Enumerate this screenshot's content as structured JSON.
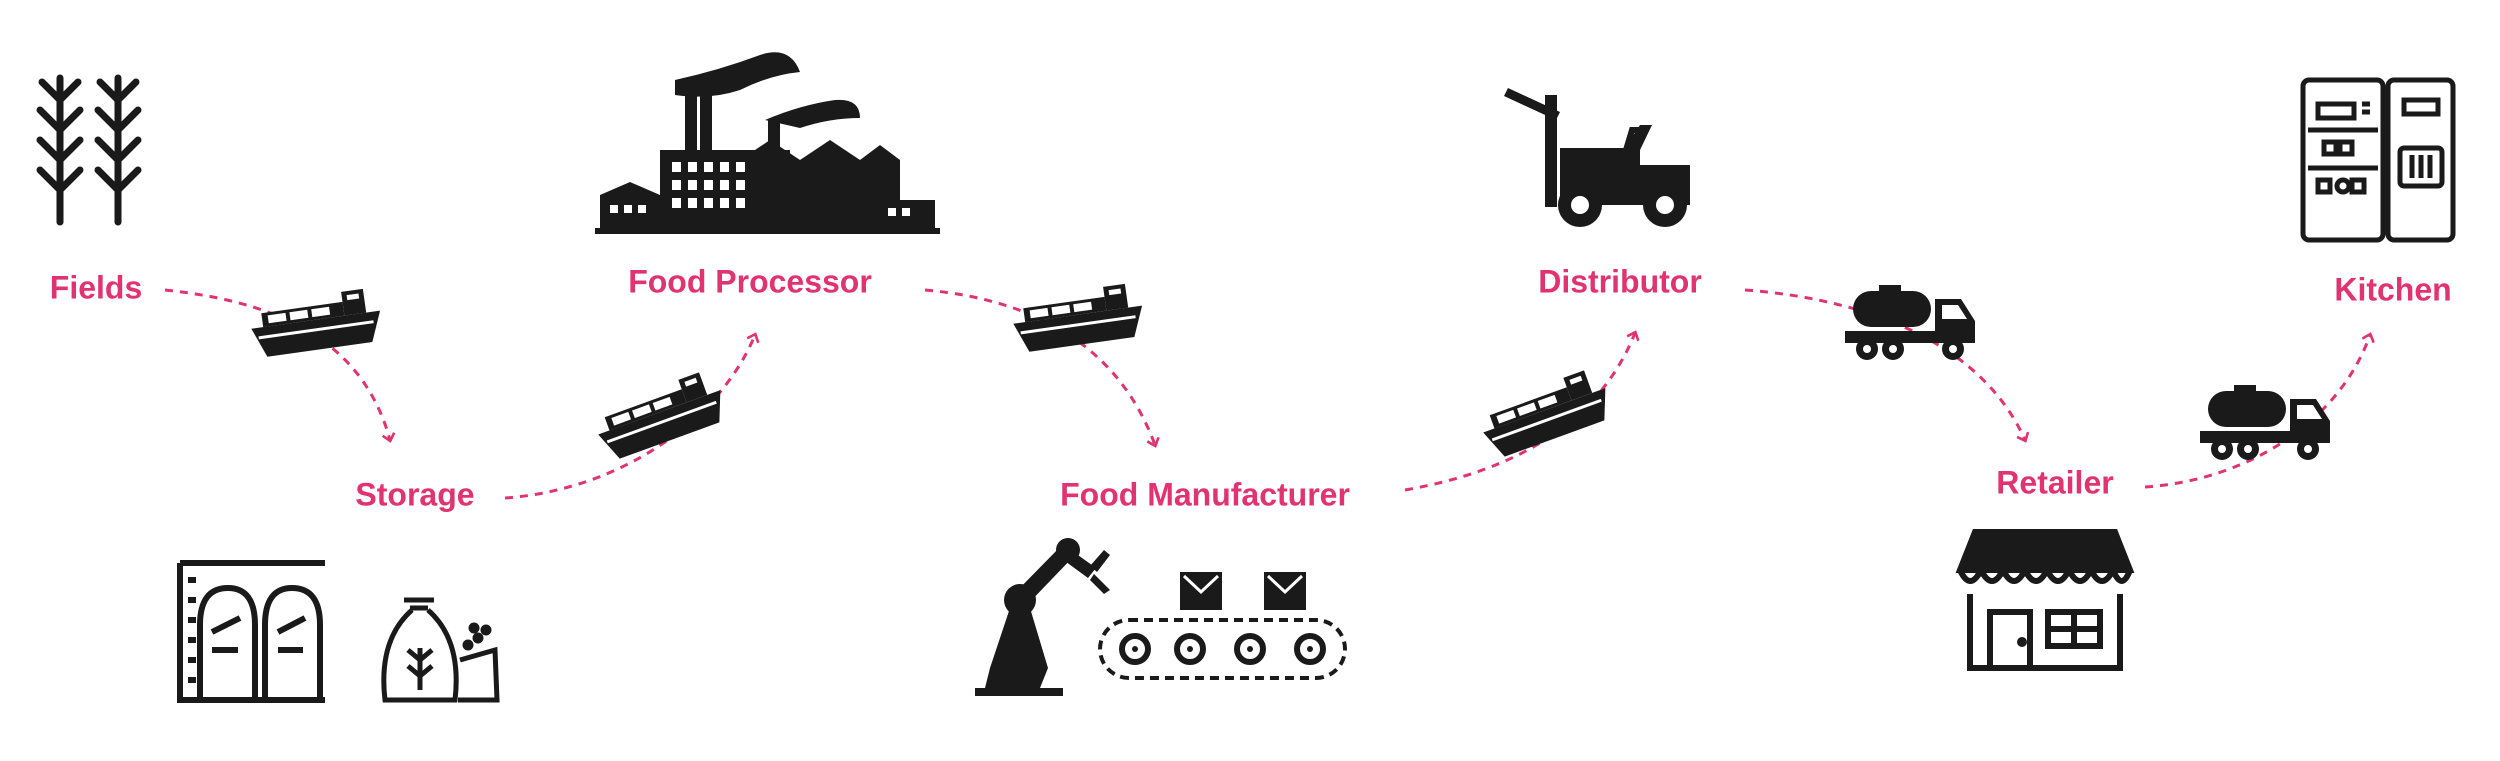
{
  "colors": {
    "accent": "#e0336f",
    "ink": "#1a1a1a",
    "background": "#ffffff"
  },
  "nodes": [
    {
      "id": "fields",
      "label": "Fields",
      "icon": "wheat-icon"
    },
    {
      "id": "storage",
      "label": "Storage",
      "icon": "silo-and-grain-sack-icon"
    },
    {
      "id": "food_processor",
      "label": "Food Processor",
      "icon": "factory-icon"
    },
    {
      "id": "food_manufacturer",
      "label": "Food Manufacturer",
      "icon": "robot-arm-conveyor-icon"
    },
    {
      "id": "distributor",
      "label": "Distributor",
      "icon": "forklift-icon"
    },
    {
      "id": "retailer",
      "label": "Retailer",
      "icon": "storefront-icon"
    },
    {
      "id": "kitchen",
      "label": "Kitchen",
      "icon": "kitchen-appliance-icon"
    }
  ],
  "links": [
    {
      "from": "fields",
      "to": "storage",
      "transport": "ship-icon"
    },
    {
      "from": "storage",
      "to": "food_processor",
      "transport": "ship-icon"
    },
    {
      "from": "food_processor",
      "to": "food_manufacturer",
      "transport": "ship-icon"
    },
    {
      "from": "food_manufacturer",
      "to": "distributor",
      "transport": "ship-icon"
    },
    {
      "from": "distributor",
      "to": "retailer",
      "transport": "tanker-truck-icon"
    },
    {
      "from": "retailer",
      "to": "kitchen",
      "transport": "tanker-truck-icon"
    }
  ]
}
